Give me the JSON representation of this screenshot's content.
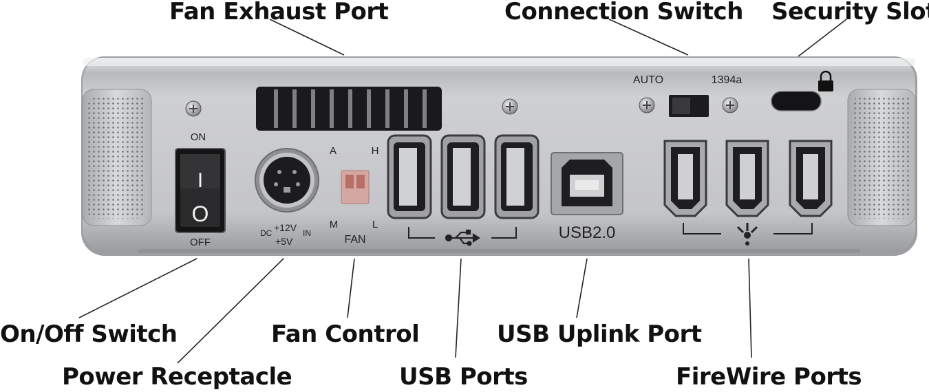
{
  "callouts": {
    "fan_exhaust_port": "Fan Exhaust Port",
    "connection_switch": "Connection Switch",
    "security_slot": "Security Slot",
    "on_off_switch": "On/Off Switch",
    "power_receptacle": "Power Receptacle",
    "fan_control": "Fan Control",
    "usb_ports": "USB Ports",
    "usb_uplink_port": "USB Uplink Port",
    "firewire_ports": "FireWire Ports"
  },
  "panel_labels": {
    "on": "ON",
    "off": "OFF",
    "rocker_top": "I",
    "rocker_bottom": "O",
    "dc": "DC",
    "plus_12v": "+12V",
    "in": "IN",
    "plus_5v": "+5V",
    "fan_a": "A",
    "fan_h": "H",
    "fan_m": "M",
    "fan_l": "L",
    "fan": "FAN",
    "auto": "AUTO",
    "ieee_1394a": "1394a",
    "usb2": "USB2.0"
  },
  "icons": {
    "usb": "usb-trident-icon",
    "firewire": "firewire-icon",
    "lock": "padlock-icon"
  },
  "colors": {
    "chassis": "#c9cacc",
    "chassis_dark": "#8e9094",
    "text": "#111111",
    "leader": "#222222"
  }
}
